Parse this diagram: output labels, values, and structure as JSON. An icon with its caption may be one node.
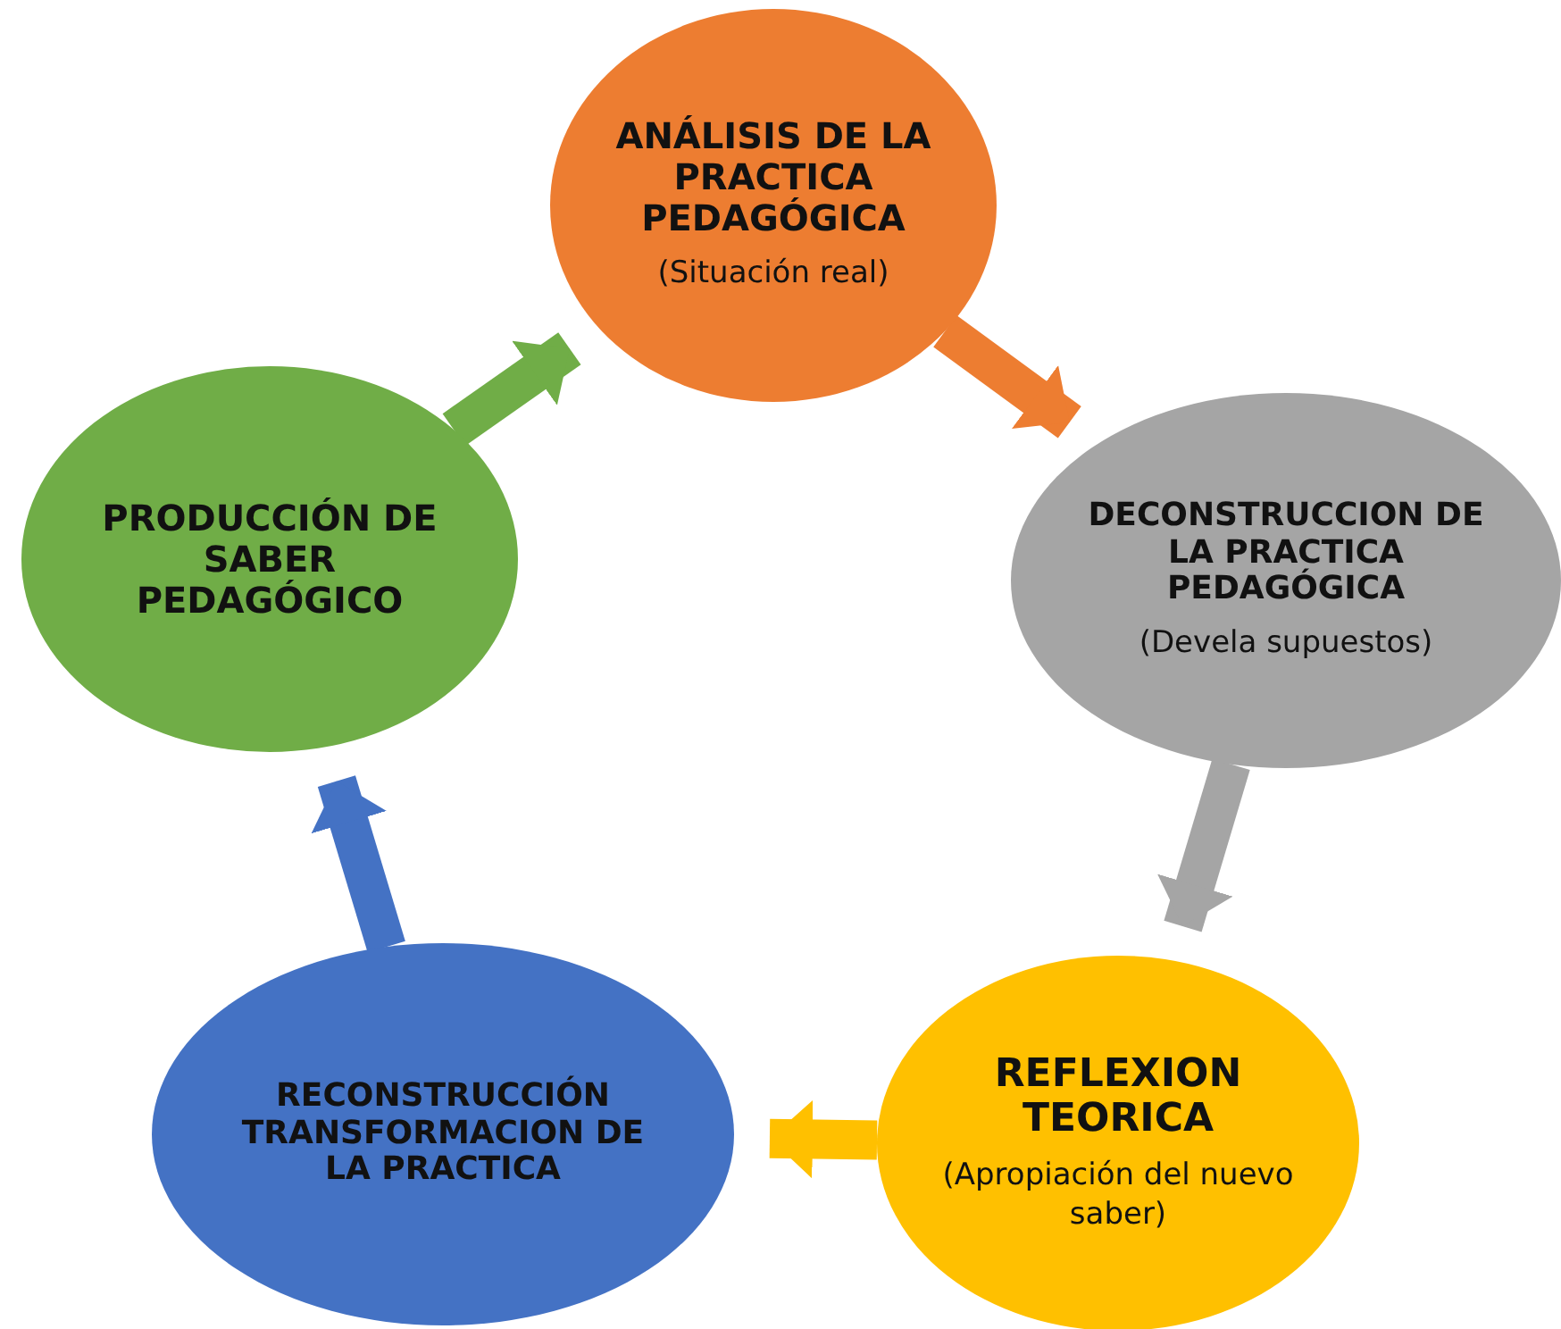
{
  "diagram": {
    "nodes": [
      {
        "text": [
          "ANÁLISIS DE LA PRACTICA PEDAGÓGICA",
          "(Situación real)"
        ]
      },
      {
        "text": [
          "DECONSTRUCCION DE LA PRACTICA PEDAGÓGICA",
          "(Devela supuestos)"
        ]
      },
      {
        "text": [
          "REFLEXION TEORICA",
          "(Apropiación del nuevo saber)"
        ]
      },
      {
        "text": [
          "RECONSTRUCCIÓN TRANSFORMACION DE LA PRACTICA"
        ]
      },
      {
        "text": [
          "PRODUCCIÓN DE SABER PEDAGÓGICO"
        ]
      }
    ],
    "edges": [
      {
        "from": 0,
        "to": 1,
        "arrow": "to",
        "color": "#ed7d31"
      },
      {
        "from": 1,
        "to": 2,
        "arrow": "to",
        "color": "#a5a5a5"
      },
      {
        "from": 2,
        "to": 3,
        "arrow": "to",
        "color": "#ffc000"
      },
      {
        "from": 3,
        "to": 4,
        "arrow": "to",
        "color": "#4472c4"
      },
      {
        "from": 4,
        "to": 0,
        "arrow": "to",
        "color": "#70ad47"
      }
    ]
  }
}
